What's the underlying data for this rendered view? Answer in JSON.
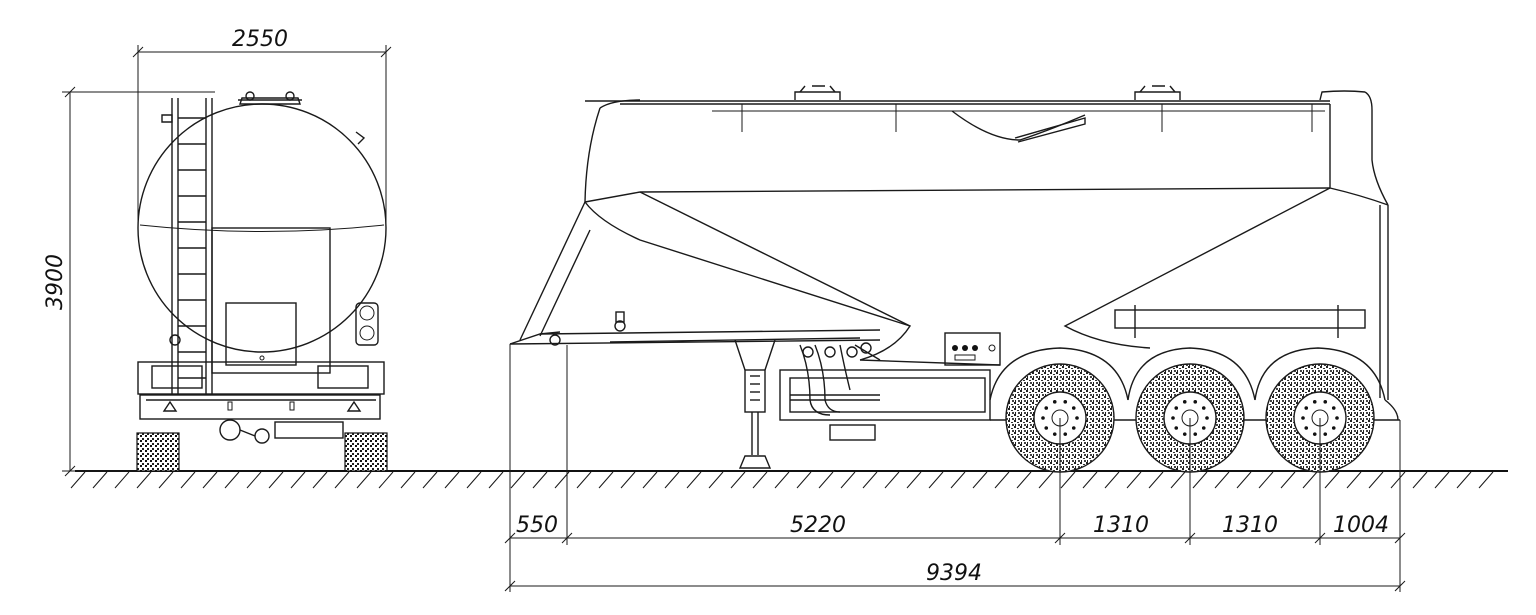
{
  "dimensions": {
    "front_width": "2550",
    "overall_height": "3900",
    "front_overhang": "550",
    "kingpin_to_axle": "5220",
    "axle_spacing_1": "1310",
    "axle_spacing_2": "1310",
    "rear_overhang": "1004",
    "overall_length": "9394"
  }
}
